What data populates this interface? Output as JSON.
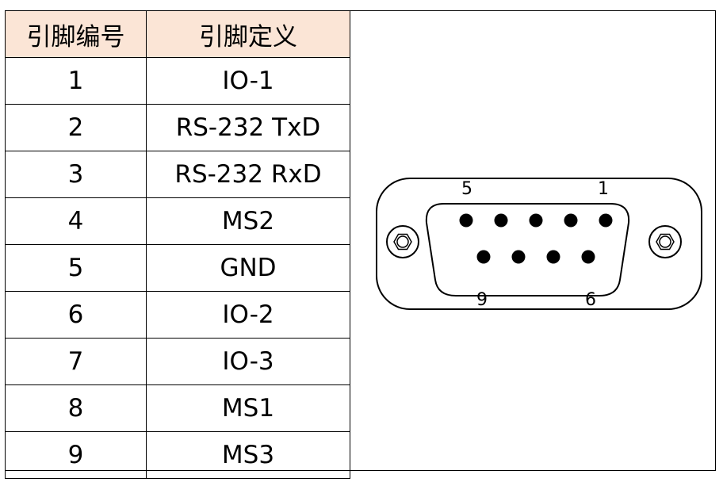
{
  "table": {
    "headers": [
      "引脚编号",
      "引脚定义"
    ],
    "rows": [
      {
        "pin": "1",
        "definition": "IO-1"
      },
      {
        "pin": "2",
        "definition": "RS-232 TxD"
      },
      {
        "pin": "3",
        "definition": "RS-232 RxD"
      },
      {
        "pin": "4",
        "definition": "MS2"
      },
      {
        "pin": "5",
        "definition": "GND"
      },
      {
        "pin": "6",
        "definition": "IO-2"
      },
      {
        "pin": "7",
        "definition": "IO-3"
      },
      {
        "pin": "8",
        "definition": "MS1"
      },
      {
        "pin": "9",
        "definition": "MS3"
      }
    ]
  },
  "connector": {
    "label_pin5": "5",
    "label_pin1": "1",
    "label_pin9": "9",
    "label_pin6": "6"
  }
}
